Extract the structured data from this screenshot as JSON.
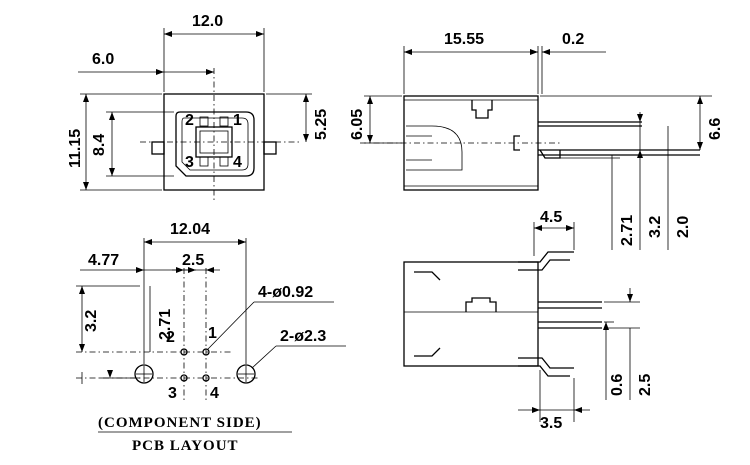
{
  "top_view": {
    "dim_width": "12.0",
    "dim_offset": "6.0",
    "dim_height": "11.15",
    "dim_inner": "8.4",
    "dim_center": "5.25",
    "pin_1": "1",
    "pin_2": "2",
    "pin_3": "3",
    "pin_4": "4"
  },
  "side_view": {
    "dim_length": "15.55",
    "dim_gap": "0.2",
    "dim_height": "6.05",
    "dim_right": "6.6",
    "dim_a": "2.71",
    "dim_b": "3.2",
    "dim_c": "2.0"
  },
  "pcb_layout": {
    "dim_width": "12.04",
    "dim_offset": "4.77",
    "dim_pitch": "2.5",
    "dim_row": "2.71",
    "dim_vert": "3.2",
    "hole_small": "4-ø0.92",
    "hole_large": "2-ø2.3",
    "pin_1": "1",
    "pin_2": "2",
    "pin_3": "3",
    "pin_4": "4",
    "caption_1": "(COMPONENT SIDE)",
    "caption_2": "PCB LAYOUT"
  },
  "bottom_view": {
    "dim_top": "4.5",
    "dim_bottom": "3.5",
    "dim_a": "0.6",
    "dim_b": "2.5"
  }
}
